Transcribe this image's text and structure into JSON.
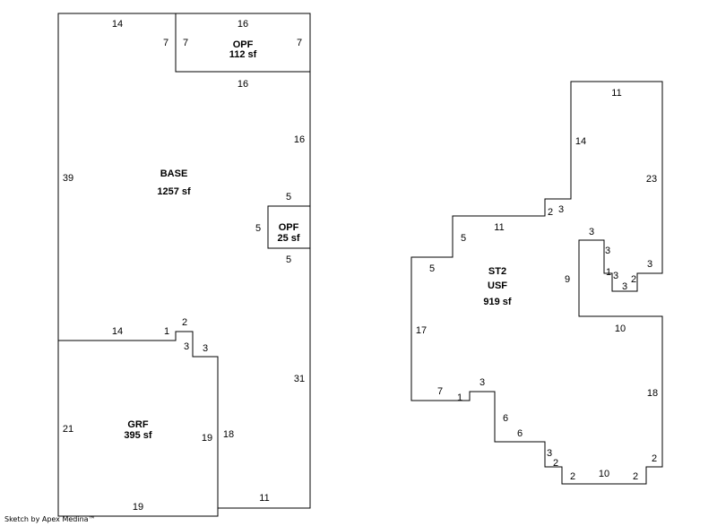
{
  "credit": "Sketch by Apex Medina™",
  "areas": {
    "base": {
      "name": "BASE",
      "area": "1257 sf"
    },
    "opf_top": {
      "name": "OPF",
      "area": "112 sf"
    },
    "opf_side": {
      "name": "OPF",
      "area": "25 sf"
    },
    "grf": {
      "name": "GRF",
      "area": "395 sf"
    },
    "st2": {
      "name": "ST2",
      "sub": "USF",
      "area": "919 sf"
    }
  },
  "dimensions": {
    "base": [
      "14",
      "39",
      "16",
      "31",
      "11",
      "18"
    ],
    "opf_top": [
      "16",
      "7",
      "7",
      "7",
      "16"
    ],
    "opf_side": [
      "5",
      "5",
      "5"
    ],
    "grf": [
      "14",
      "1",
      "2",
      "3",
      "3",
      "21",
      "19",
      "19"
    ],
    "st2": [
      "11",
      "14",
      "23",
      "2",
      "3",
      "11",
      "5",
      "5",
      "17",
      "7",
      "1",
      "3",
      "6",
      "6",
      "3",
      "2",
      "2",
      "10",
      "2",
      "2",
      "18",
      "10",
      "9",
      "3",
      "3",
      "1",
      "3",
      "3",
      "2",
      "3"
    ]
  }
}
